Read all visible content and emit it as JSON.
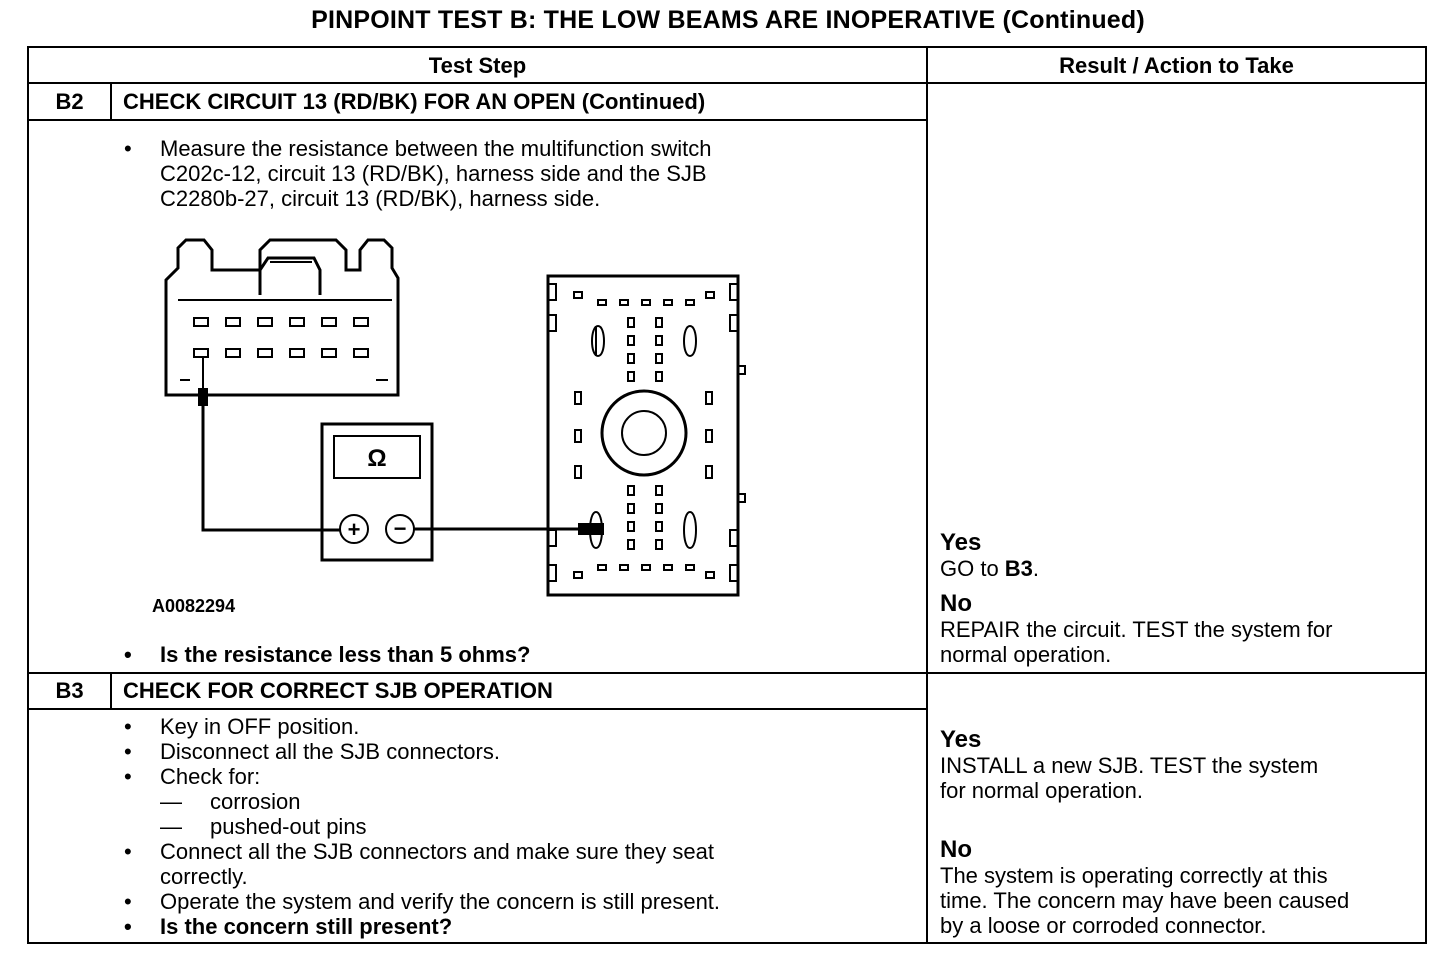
{
  "title": "PINPOINT TEST  B: THE LOW BEAMS ARE INOPERATIVE (Continued)",
  "header": {
    "test_step": "Test Step",
    "result": "Result / Action to Take"
  },
  "steps": [
    {
      "id": "B2",
      "title": "CHECK CIRCUIT 13 (RD/BK) FOR AN OPEN (Continued)",
      "intro": [
        "Measure the resistance between the multifunction switch",
        "C202c-12, circuit 13 (RD/BK), harness side and the SJB",
        "C2280b-27, circuit 13 (RD/BK), harness side."
      ],
      "figure_id": "A0082294",
      "figure_meter_symbol": "Ω",
      "question": "Is the resistance less than 5 ohms?",
      "yes_label": "Yes",
      "yes_action_prefix": "GO to ",
      "yes_action_target": "B3",
      "yes_action_suffix": ".",
      "no_label": "No",
      "no_lines": [
        "REPAIR the circuit. TEST the system for",
        "normal operation."
      ]
    },
    {
      "id": "B3",
      "title": "CHECK FOR CORRECT SJB OPERATION",
      "items": [
        {
          "type": "bullet",
          "text": "Key in OFF position."
        },
        {
          "type": "bullet",
          "text": "Disconnect all the SJB connectors."
        },
        {
          "type": "bullet",
          "text": "Check for:"
        },
        {
          "type": "dash",
          "text": "corrosion"
        },
        {
          "type": "dash",
          "text": "pushed-out pins"
        },
        {
          "type": "bullet",
          "text": "Connect all the SJB connectors and make sure they seat"
        },
        {
          "type": "cont",
          "text": "correctly."
        },
        {
          "type": "bullet",
          "text": "Operate the system and verify the concern is still present."
        },
        {
          "type": "bold",
          "text": "Is the concern still present?"
        }
      ],
      "yes_label": "Yes",
      "yes_lines": [
        "INSTALL a new SJB. TEST the system",
        "for normal operation."
      ],
      "no_label": "No",
      "no_lines": [
        "The system is operating correctly at this",
        "time. The concern may have been caused",
        "by a loose or corroded connector."
      ]
    }
  ]
}
